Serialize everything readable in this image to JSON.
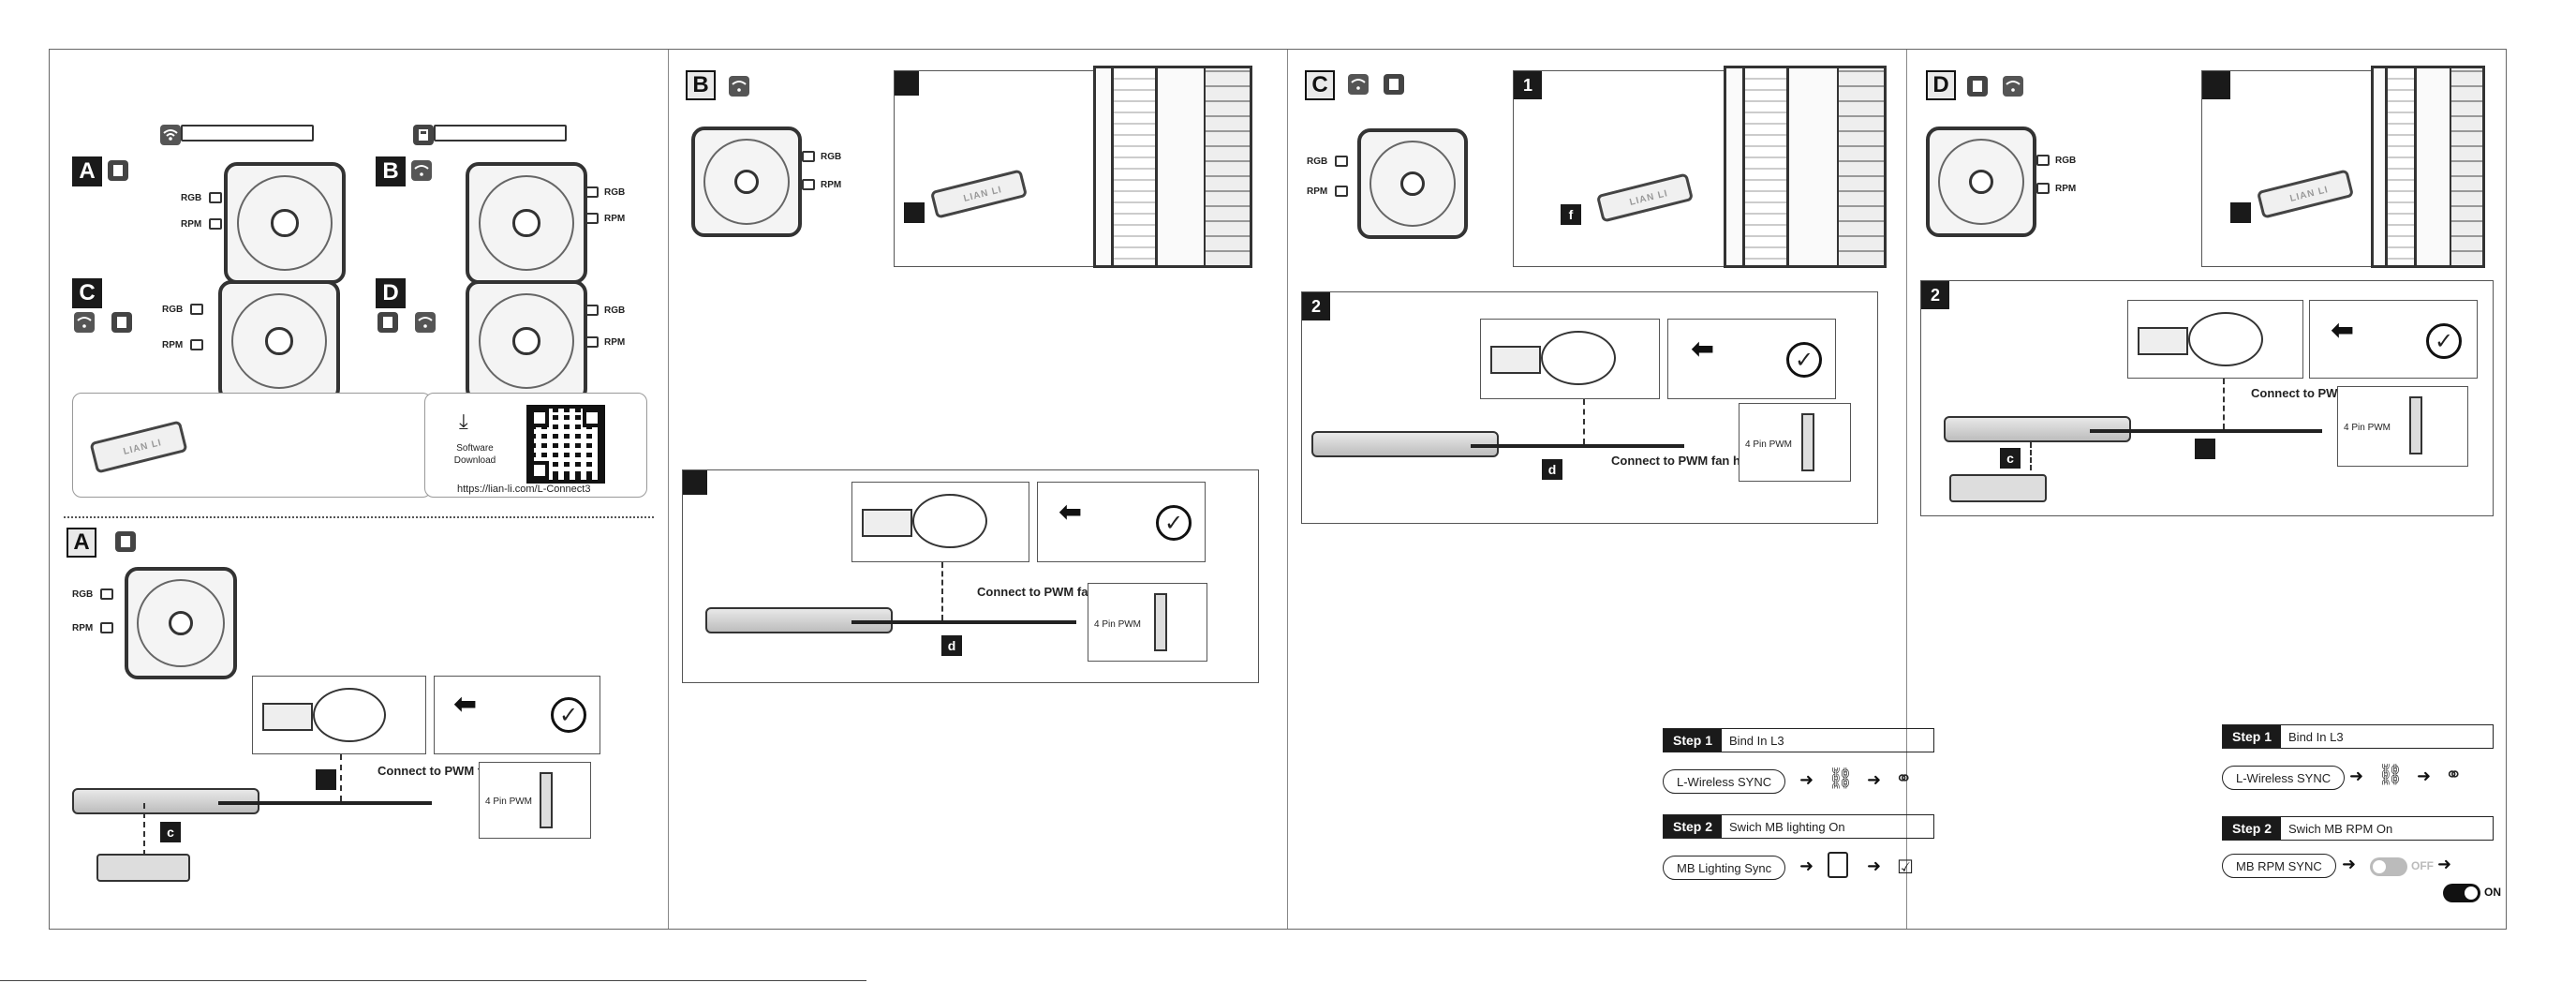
{
  "panel1": {
    "overview": {
      "A": {
        "badge": "A",
        "rgb": "RGB",
        "rpm": "RPM"
      },
      "B": {
        "badge": "B",
        "rgb": "RGB",
        "rpm": "RPM"
      },
      "C": {
        "badge": "C",
        "rgb": "RGB",
        "rpm": "RPM"
      },
      "D": {
        "badge": "D",
        "rgb": "RGB",
        "rpm": "RPM"
      }
    },
    "software": {
      "label": "Software Download",
      "url": "https://lian-li.com/L-Connect3",
      "dongle_text": "LIAN LI"
    },
    "sectionA": {
      "badge": "A",
      "rgb": "RGB",
      "rpm": "RPM",
      "connect": "Connect to PWM fan header",
      "pin": "4 Pin PWM",
      "marker_c": "c"
    }
  },
  "panel2": {
    "sectionB": {
      "badge": "B",
      "rgb": "RGB",
      "rpm": "RPM",
      "connect": "Connect to PWM fan header",
      "pin": "4 Pin PWM",
      "marker_d": "d",
      "dongle_text": "LIAN LI"
    }
  },
  "panel3": {
    "sectionC": {
      "badge": "C",
      "rgb": "RGB",
      "rpm": "RPM",
      "step1_num": "1",
      "step2_num": "2",
      "marker_f": "f",
      "marker_d": "d",
      "connect": "Connect to PWM fan header",
      "pin": "4 Pin PWM",
      "dongle_text": "LIAN LI"
    },
    "steps": {
      "s1_label": "Step 1",
      "s1_text": "Bind In L3",
      "s1_button": "L-Wireless  SYNC",
      "s2_label": "Step 2",
      "s2_text": "Swich MB lighting On",
      "s2_button": "MB Lighting Sync"
    }
  },
  "panel4": {
    "sectionD": {
      "badge": "D",
      "rgb": "RGB",
      "rpm": "RPM",
      "step2_num": "2",
      "marker_c": "c",
      "connect": "Connect to PWM fan header",
      "pin": "4 Pin PWM",
      "dongle_text": "LIAN LI"
    },
    "steps": {
      "s1_label": "Step 1",
      "s1_text": "Bind In L3",
      "s1_button": "L-Wireless SYNC",
      "s2_label": "Step 2",
      "s2_text": "Swich MB RPM On",
      "s2_button": "MB RPM SYNC",
      "off": "OFF",
      "on": "ON"
    }
  },
  "icons": [
    "wifi-icon",
    "port-icon",
    "hand-pointer-icon",
    "link-icon",
    "checkbox-icon",
    "download-icon",
    "check-circle-icon",
    "arrow-right-icon"
  ]
}
